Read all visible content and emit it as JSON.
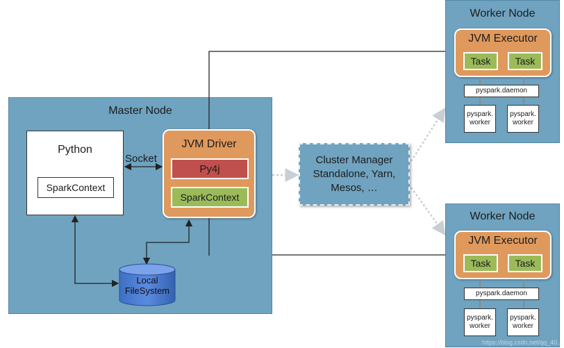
{
  "master": {
    "title": "Master Node",
    "python": {
      "title": "Python",
      "spark_context": "SparkContext"
    },
    "socket_label": "Socket",
    "jvm_driver": {
      "title": "JVM Driver",
      "py4j": "Py4j",
      "spark_context": "SparkContext"
    },
    "filesystem": {
      "line1": "Local",
      "line2": "FileSystem"
    }
  },
  "cluster_manager": {
    "line1": "Cluster Manager",
    "line2": "Standalone, Yarn,",
    "line3": "Mesos, …"
  },
  "workers": [
    {
      "title": "Worker Node",
      "executor_title": "JVM Executor",
      "tasks": [
        "Task",
        "Task"
      ],
      "daemon": "pyspark.daemon",
      "py_workers": [
        {
          "line1": "pyspark.",
          "line2": "worker"
        },
        {
          "line1": "pyspark.",
          "line2": "worker"
        }
      ]
    },
    {
      "title": "Worker Node",
      "executor_title": "JVM Executor",
      "tasks": [
        "Task",
        "Task"
      ],
      "daemon": "pyspark.daemon",
      "py_workers": [
        {
          "line1": "pyspark.",
          "line2": "worker"
        },
        {
          "line1": "pyspark.",
          "line2": "worker"
        }
      ]
    }
  ],
  "watermark": "https://blog.csdn.net/qq_40..."
}
